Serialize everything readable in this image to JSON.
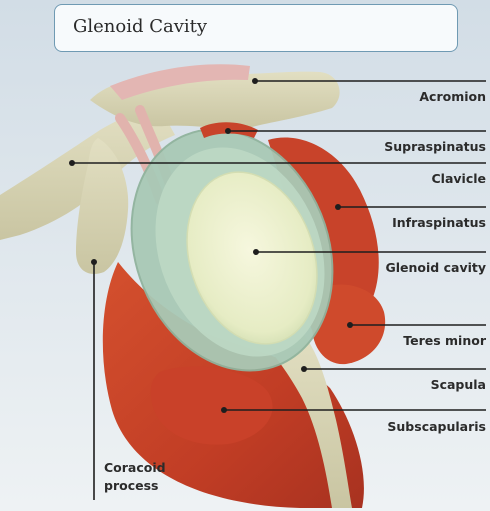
{
  "title": "Glenoid Cavity",
  "labels": {
    "acromion": "Acromion",
    "supraspinatus": "Supraspinatus",
    "clavicle": "Clavicle",
    "infraspinatus": "Infraspinatus",
    "glenoid_cavity": "Glenoid cavity",
    "teres_minor": "Teres minor",
    "scapula": "Scapula",
    "subscapularis": "Subscapularis",
    "coracoid_line1": "Coracoid",
    "coracoid_line2": "process"
  },
  "colors": {
    "background_top": "#d2dde6",
    "background_bottom": "#eef2f4",
    "bone": "#d7d4b4",
    "muscle": "#c9432a",
    "cartilage": "#a8ccb8",
    "cavity": "#eef1cf",
    "title_border": "#6f9ab3"
  }
}
